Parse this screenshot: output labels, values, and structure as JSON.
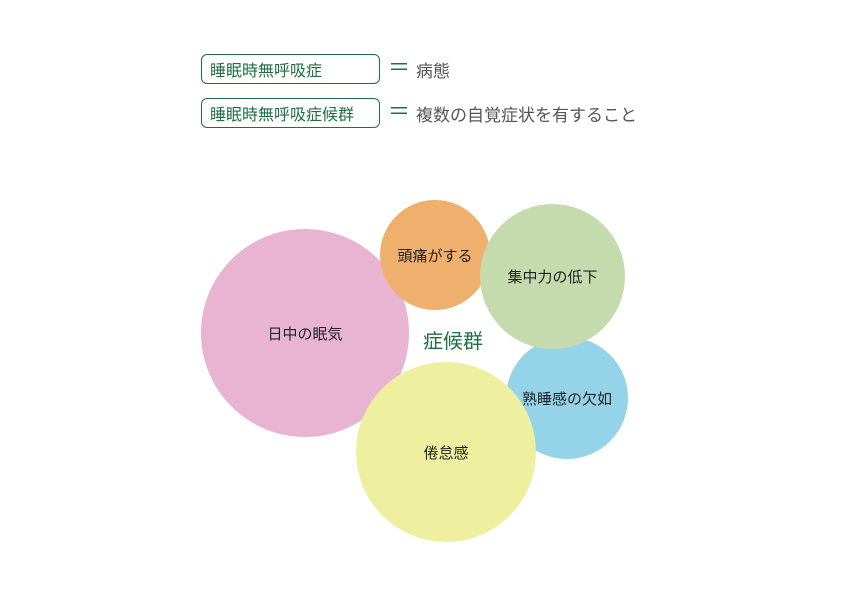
{
  "definitions": [
    {
      "term": "睡眠時無呼吸症",
      "equals": "＝",
      "meaning": "病態"
    },
    {
      "term": "睡眠時無呼吸症候群",
      "equals": "＝",
      "meaning": "複数の自覚症状を有すること"
    }
  ],
  "diagram": {
    "center_label": "症候群",
    "symptoms": [
      {
        "label": "日中の眠気",
        "color": "#e8b4d2"
      },
      {
        "label": "頭痛がする",
        "color": "#efb06e"
      },
      {
        "label": "集中力の低下",
        "color": "#c5dbad"
      },
      {
        "label": "熟睡感の欠如",
        "color": "#95d3e8"
      },
      {
        "label": "倦怠感",
        "color": "#eef0a0"
      }
    ]
  }
}
